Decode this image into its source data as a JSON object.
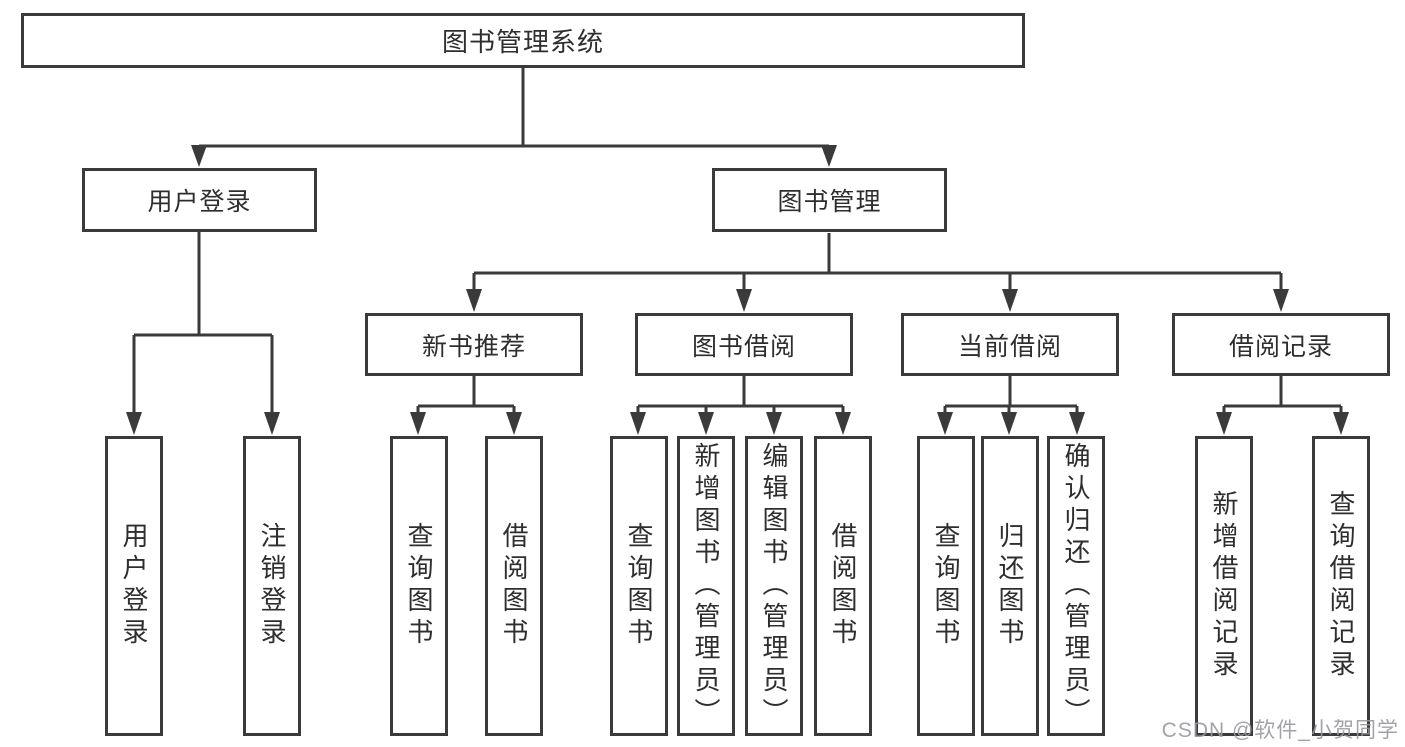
{
  "diagram": {
    "root": {
      "label": "图书管理系统"
    },
    "level2": [
      {
        "label": "用户登录"
      },
      {
        "label": "图书管理"
      }
    ],
    "level3": [
      {
        "label": "新书推荐"
      },
      {
        "label": "图书借阅"
      },
      {
        "label": "当前借阅"
      },
      {
        "label": "借阅记录"
      }
    ],
    "leaves": [
      {
        "parent": "用户登录",
        "label": "用户登录"
      },
      {
        "parent": "用户登录",
        "label": "注销登录"
      },
      {
        "parent": "新书推荐",
        "label": "查询图书"
      },
      {
        "parent": "新书推荐",
        "label": "借阅图书"
      },
      {
        "parent": "图书借阅",
        "label": "查询图书"
      },
      {
        "parent": "图书借阅",
        "label": "新增图书（管理员）"
      },
      {
        "parent": "图书借阅",
        "label": "编辑图书（管理员）"
      },
      {
        "parent": "图书借阅",
        "label": "借阅图书"
      },
      {
        "parent": "当前借阅",
        "label": "查询图书"
      },
      {
        "parent": "当前借阅",
        "label": "归还图书"
      },
      {
        "parent": "当前借阅",
        "label": "确认归还（管理员）"
      },
      {
        "parent": "借阅记录",
        "label": "新增借阅记录"
      },
      {
        "parent": "借阅记录",
        "label": "查询借阅记录"
      }
    ]
  },
  "watermark": "CSDN @软件_小贺同学",
  "colors": {
    "line": "#3a3a3a",
    "text": "#2e2e2e",
    "box_background": "#ffffff",
    "page_background": "#ffffff",
    "watermark": "#98989e"
  }
}
